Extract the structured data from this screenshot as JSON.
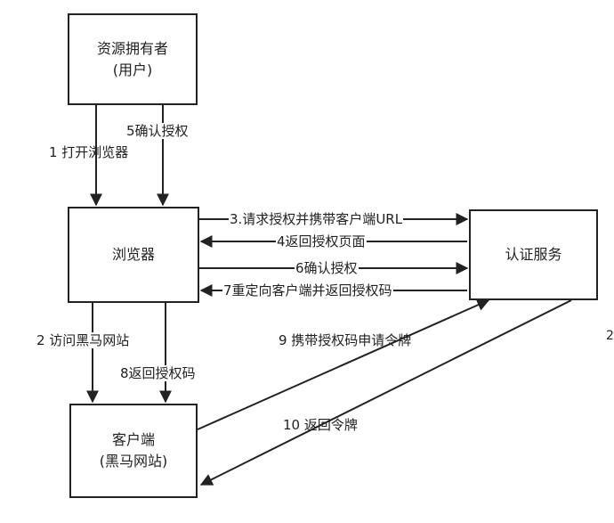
{
  "nodes": {
    "owner": {
      "line1": "资源拥有者",
      "line2": "(用户)"
    },
    "browser": {
      "line1": "浏览器"
    },
    "auth": {
      "line1": "认证服务"
    },
    "client": {
      "line1": "客户端",
      "line2": "(黑马网站)"
    }
  },
  "edges": {
    "e1": "1 打开浏览器",
    "e2": "2 访问黑马网站",
    "e3": "3.请求授权并携带客户端URL",
    "e4": "4返回授权页面",
    "e5": "5确认授权",
    "e6": "6确认授权",
    "e7": "7重定向客户端并返回授权码",
    "e8": "8返回授权码",
    "e9": "9 携带授权码申请令牌",
    "e10": "10 返回令牌"
  },
  "edge_fragment": "2",
  "colors": {
    "stroke": "#222222",
    "background": "#ffffff"
  }
}
